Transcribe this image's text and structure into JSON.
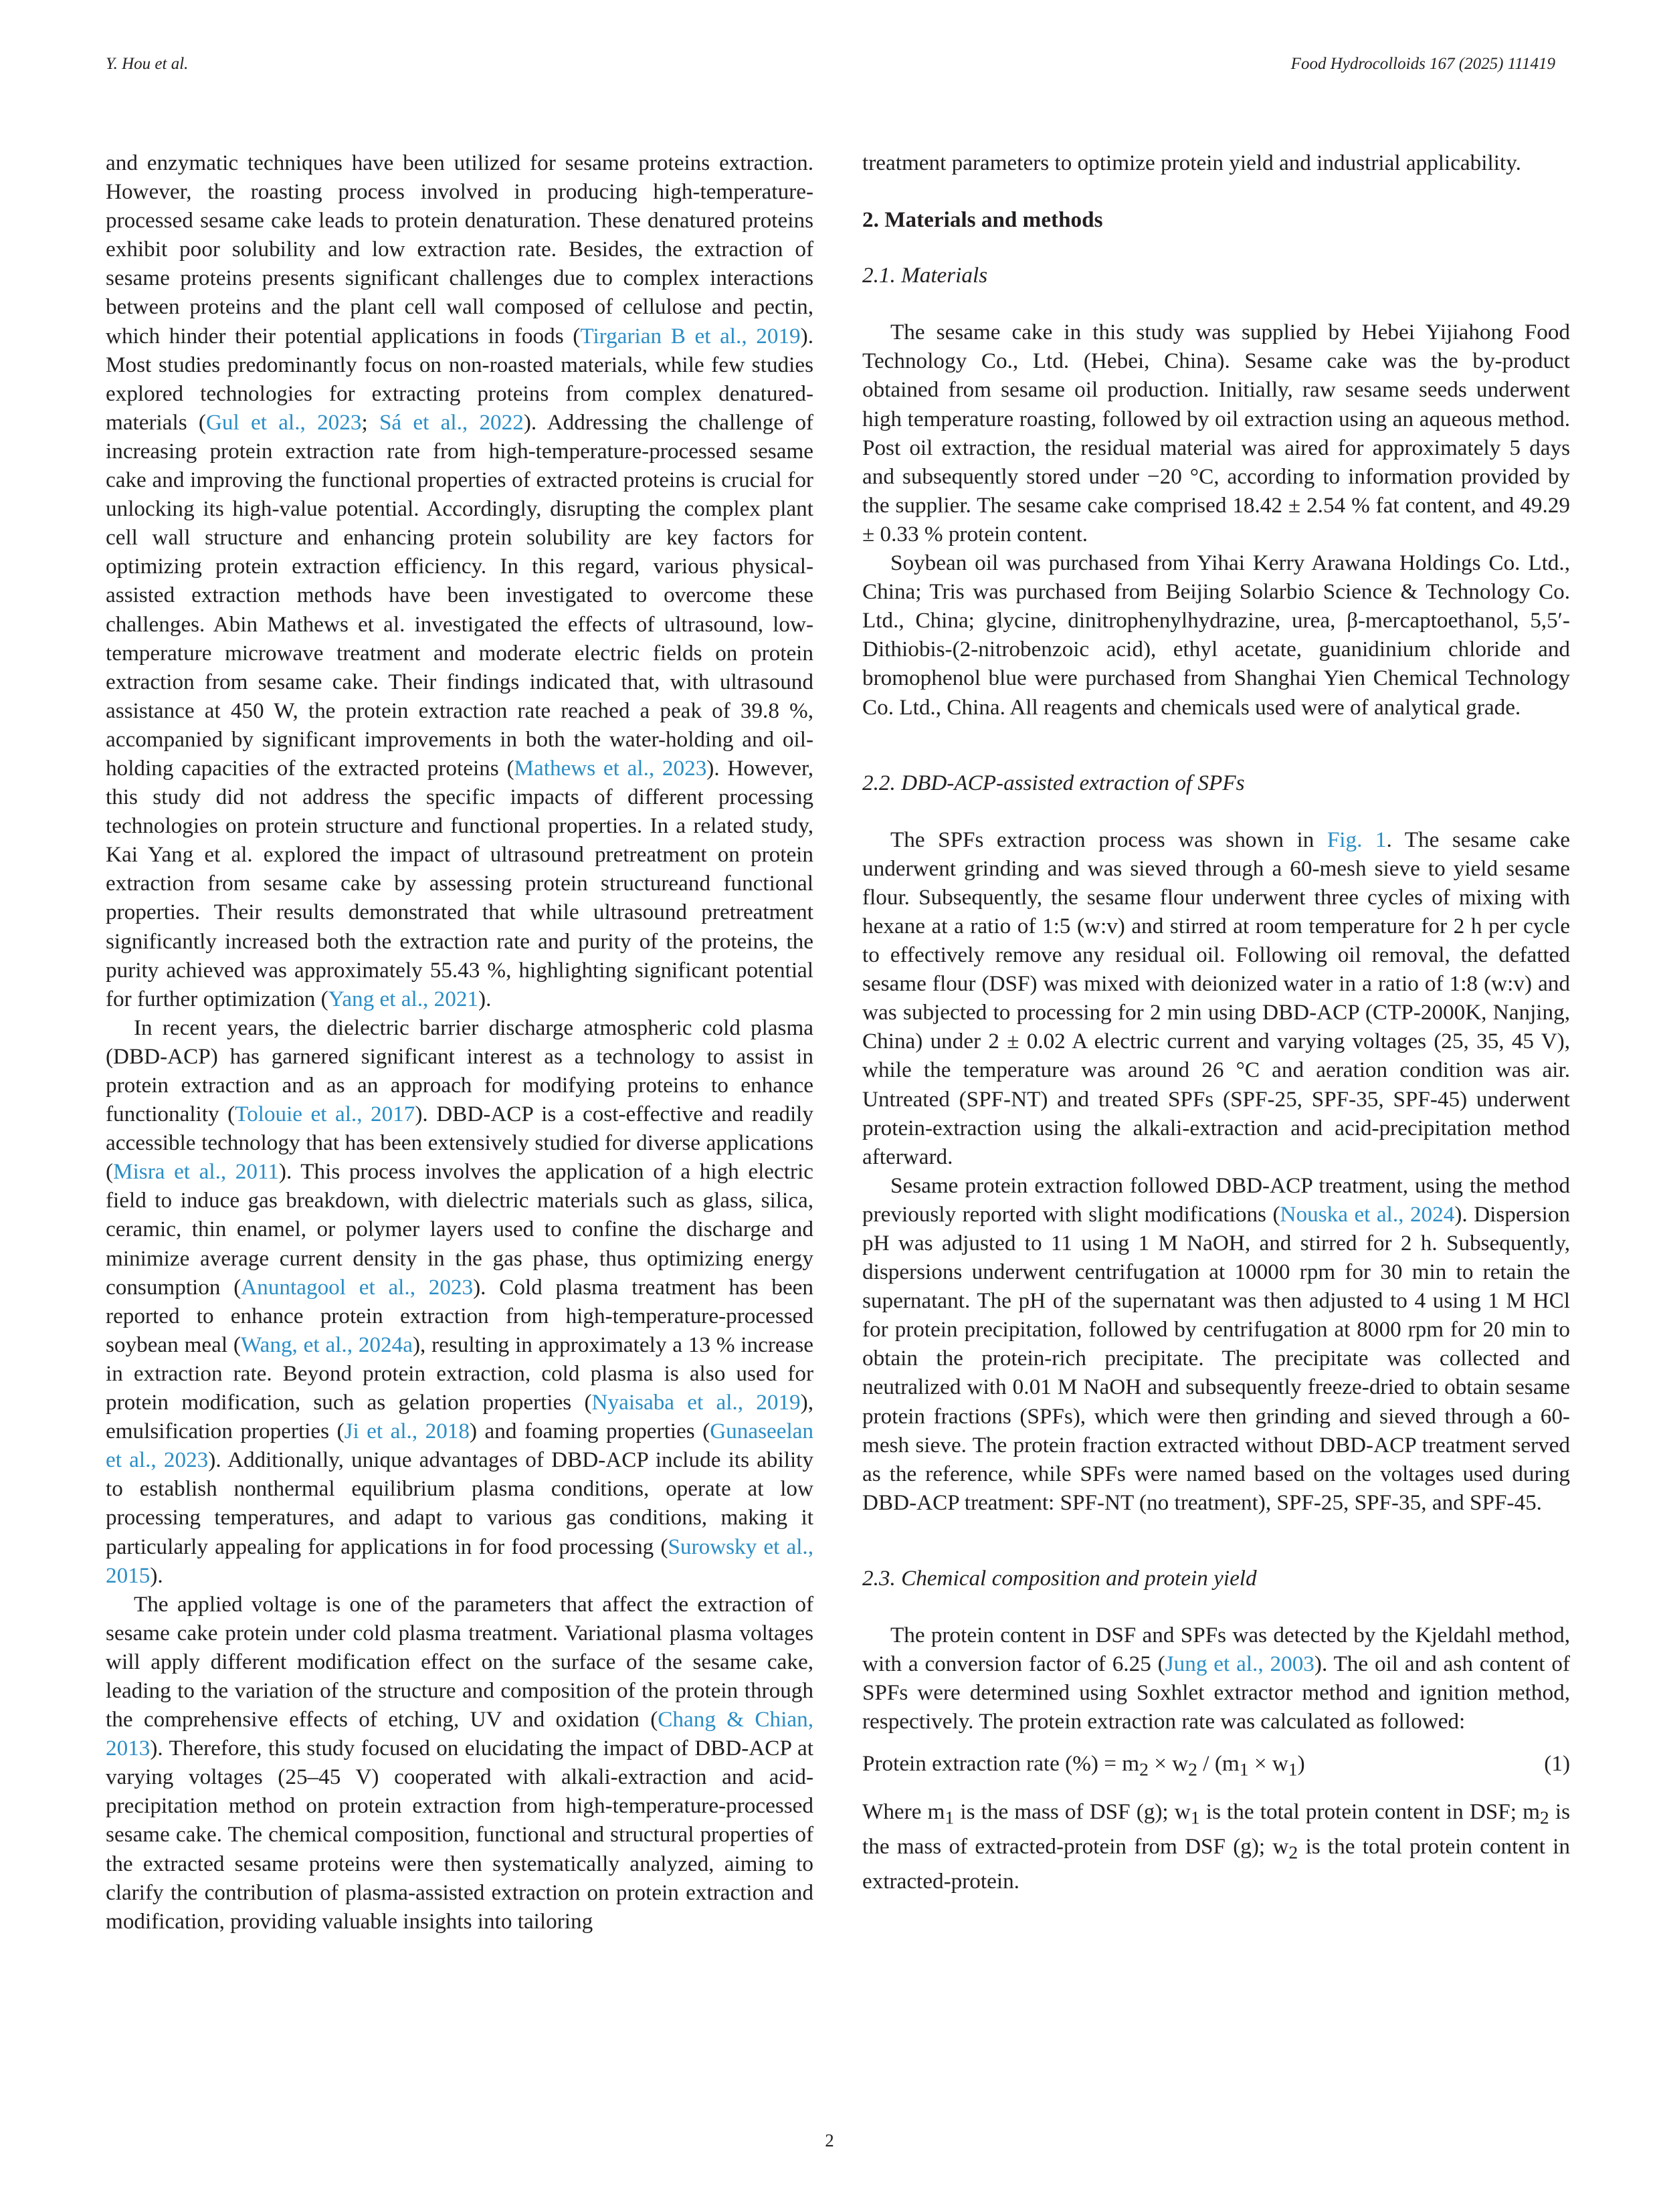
{
  "header": {
    "authors": "Y. Hou et al.",
    "journal": "Food Hydrocolloids 167 (2025) 111419"
  },
  "left": {
    "p1": [
      "and enzymatic techniques have been utilized for sesame proteins extraction. However, the roasting process involved in producing high-temperature-processed sesame cake leads to protein denaturation. These denatured proteins exhibit poor solubility and low extraction rate. Besides, the extraction of sesame proteins presents significant challenges due to complex interactions between proteins and the plant cell wall composed of cellulose and pectin, which hinder their potential applications in foods (",
      "Tirgarian B et al., 2019",
      "). Most studies predominantly focus on non-roasted materials, while few studies explored technologies for extracting proteins from complex denatured-materials (",
      "Gul et al., 2023",
      "; ",
      "Sá et al., 2022",
      "). Addressing the challenge of increasing protein extraction rate from high-temperature-processed sesame cake and improving the functional properties of extracted proteins is crucial for unlocking its high-value potential. Accordingly, disrupting the complex plant cell wall structure and enhancing protein solubility are key factors for optimizing protein extraction efficiency. In this regard, various physical-assisted extraction methods have been investigated to overcome these challenges. Abin Mathews et al. investigated the effects of ultrasound, low-temperature microwave treatment and moderate electric fields on protein extraction from sesame cake. Their findings indicated that, with ultrasound assistance at 450 W, the protein extraction rate reached a peak of 39.8 %, accompanied by significant improvements in both the water-holding and oil-holding capacities of the extracted proteins (",
      "Mathews et al., 2023",
      "). However, this study did not address the specific impacts of different processing technologies on protein structure and functional properties. In a related study, Kai Yang et al. explored the impact of ultrasound pretreatment on protein extraction from sesame cake by assessing protein structureand functional properties. Their results demonstrated that while ultrasound pretreatment significantly increased both the extraction rate and purity of the proteins, the purity achieved was approximately 55.43 %, highlighting significant potential for further optimization (",
      "Yang et al., 2021",
      ")."
    ],
    "p2": [
      "In recent years, the dielectric barrier discharge atmospheric cold plasma (DBD-ACP) has garnered significant interest as a technology to assist in protein extraction and as an approach for modifying proteins to enhance functionality (",
      "Tolouie et al., 2017",
      "). DBD-ACP is a cost-effective and readily accessible technology that has been extensively studied for diverse applications (",
      "Misra et al., 2011",
      "). This process involves the application of a high electric field to induce gas breakdown, with dielectric materials such as glass, silica, ceramic, thin enamel, or polymer layers used to confine the discharge and minimize average current density in the gas phase, thus optimizing energy consumption (",
      "Anuntagool et al., 2023",
      "). Cold plasma treatment has been reported to enhance protein extraction from high-temperature-processed soybean meal (",
      "Wang, et al., 2024a",
      "), resulting in approximately a 13 % increase in extraction rate. Beyond protein extraction, cold plasma is also used for protein modification, such as gelation properties (",
      "Nyaisaba et al., 2019",
      "), emulsification properties (",
      "Ji et al., 2018",
      ") and foaming properties (",
      "Gunaseelan et al., 2023",
      "). Additionally, unique advantages of DBD-ACP include its ability to establish nonthermal equilibrium plasma conditions, operate at low processing temperatures, and adapt to various gas conditions, making it particularly appealing for applications in for food processing (",
      "Surowsky et al., 2015",
      ")."
    ],
    "p3": [
      "The applied voltage is one of the parameters that affect the extraction of sesame cake protein under cold plasma treatment. Variational plasma voltages will apply different modification effect on the surface of the sesame cake, leading to the variation of the structure and composition of the protein through the comprehensive effects of etching, UV and oxidation (",
      "Chang & Chian, 2013",
      "). Therefore, this study focused on elucidating the impact of DBD-ACP at varying voltages (25–45 V) cooperated with alkali-extraction and acid-precipitation method on protein extraction from high-temperature-processed sesame cake. The chemical composition, functional and structural properties of the extracted sesame proteins were then systematically analyzed, aiming to clarify the contribution of plasma-assisted extraction on protein extraction and modification, providing valuable insights into tailoring"
    ]
  },
  "right": {
    "p0": "treatment parameters to optimize protein yield and industrial applicability.",
    "h2": "2.  Materials and methods",
    "h21": "2.1.  Materials",
    "p211": "The sesame cake in this study was supplied by Hebei Yijiahong Food Technology Co., Ltd. (Hebei, China). Sesame cake was the by-product obtained from sesame oil production. Initially, raw sesame seeds underwent high temperature roasting, followed by oil extraction using an aqueous method. Post oil extraction, the residual material was aired for approximately 5 days and subsequently stored under −20 °C, according to information provided by the supplier. The sesame cake comprised 18.42 ± 2.54 % fat content, and 49.29 ± 0.33 % protein content.",
    "p212": "Soybean oil was purchased from Yihai Kerry Arawana Holdings Co. Ltd., China; Tris was purchased from Beijing Solarbio Science & Technology Co. Ltd., China; glycine, dinitrophenylhydrazine, urea, β-mercaptoethanol, 5,5′-Dithiobis-(2-nitrobenzoic acid), ethyl acetate, guanidinium chloride and bromophenol blue were purchased from Shanghai Yien Chemical Technology Co. Ltd., China. All reagents and chemicals used were of analytical grade.",
    "h22": "2.2.  DBD-ACP-assisted extraction of SPFs",
    "p221": [
      "The SPFs extraction process was shown in ",
      "Fig. 1",
      ". The sesame cake underwent grinding and was sieved through a 60-mesh sieve to yield sesame flour. Subsequently, the sesame flour underwent three cycles of mixing with hexane at a ratio of 1:5 (w:v) and stirred at room temperature for 2 h per cycle to effectively remove any residual oil. Following oil removal, the defatted sesame flour (DSF) was mixed with deionized water in a ratio of 1:8 (w:v) and was subjected to processing for 2 min using DBD-ACP (CTP-2000K, Nanjing, China) under 2 ± 0.02 A electric current and varying voltages (25, 35, 45 V), while the temperature was around 26 °C and aeration condition was air. Untreated (SPF-NT) and treated SPFs (SPF-25, SPF-35, SPF-45) underwent protein-extraction using the alkali-extraction and acid-precipitation method afterward."
    ],
    "p222": [
      "Sesame protein extraction followed DBD-ACP treatment, using the method previously reported with slight modifications (",
      "Nouska et al., 2024",
      "). Dispersion pH was adjusted to 11 using 1 M NaOH, and stirred for 2 h. Subsequently, dispersions underwent centrifugation at 10000 rpm for 30 min to retain the supernatant. The pH of the supernatant was then adjusted to 4 using 1 M HCl for protein precipitation, followed by centrifugation at 8000 rpm for 20 min to obtain the protein-rich precipitate. The precipitate was collected and neutralized with 0.01 M NaOH and subsequently freeze-dried to obtain sesame protein fractions (SPFs), which were then grinding and sieved through a 60-mesh sieve. The protein fraction extracted without DBD-ACP treatment served as the reference, while SPFs were named based on the voltages used during DBD-ACP treatment: SPF-NT (no treatment), SPF-25, SPF-35, and SPF-45."
    ],
    "h23": "2.3.  Chemical composition and protein yield",
    "p231": [
      "The protein content in DSF and SPFs was detected by the Kjeldahl method, with a conversion factor of 6.25 (",
      "Jung et al., 2003",
      "). The oil and ash content of SPFs were determined using Soxhlet extractor method and ignition method, respectively. The protein extraction rate was calculated as followed:"
    ],
    "eq": {
      "lhs": "Protein extraction rate (%) = m",
      "s1": "2",
      "t1": " × w",
      "s2": "2",
      "t2": " / (m",
      "s3": "1",
      "t3": " × w",
      "s4": "1",
      "t4": ")",
      "num": "(1)"
    },
    "where": {
      "a": "Where m",
      "s1": "1",
      "b": " is the mass of DSF (g); w",
      "s2": "1",
      "c": " is the total protein content in DSF; m",
      "s3": "2",
      "d": " is the mass of extracted-protein from DSF (g); w",
      "s4": "2",
      "e": " is the total protein content in extracted-protein."
    }
  },
  "footer": {
    "page": "2"
  }
}
